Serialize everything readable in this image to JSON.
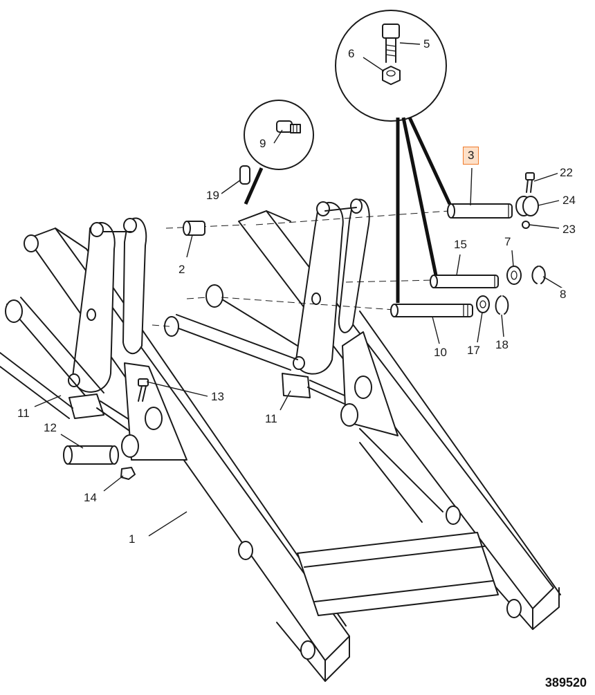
{
  "diagram": {
    "drawing_number": "389520",
    "highlighted_part": "3",
    "colors": {
      "highlight_fill": "#fde0c8",
      "highlight_border": "#f07a2a",
      "line": "#1a1a1a"
    },
    "labels": {
      "p1": "1",
      "p2": "2",
      "p3": "3",
      "p5": "5",
      "p6": "6",
      "p7": "7",
      "p8": "8",
      "p9": "9",
      "p10": "10",
      "p11a": "11",
      "p11b": "11",
      "p12": "12",
      "p13": "13",
      "p14": "14",
      "p15": "15",
      "p17": "17",
      "p18": "18",
      "p19": "19",
      "p22": "22",
      "p23": "23",
      "p24": "24"
    }
  }
}
